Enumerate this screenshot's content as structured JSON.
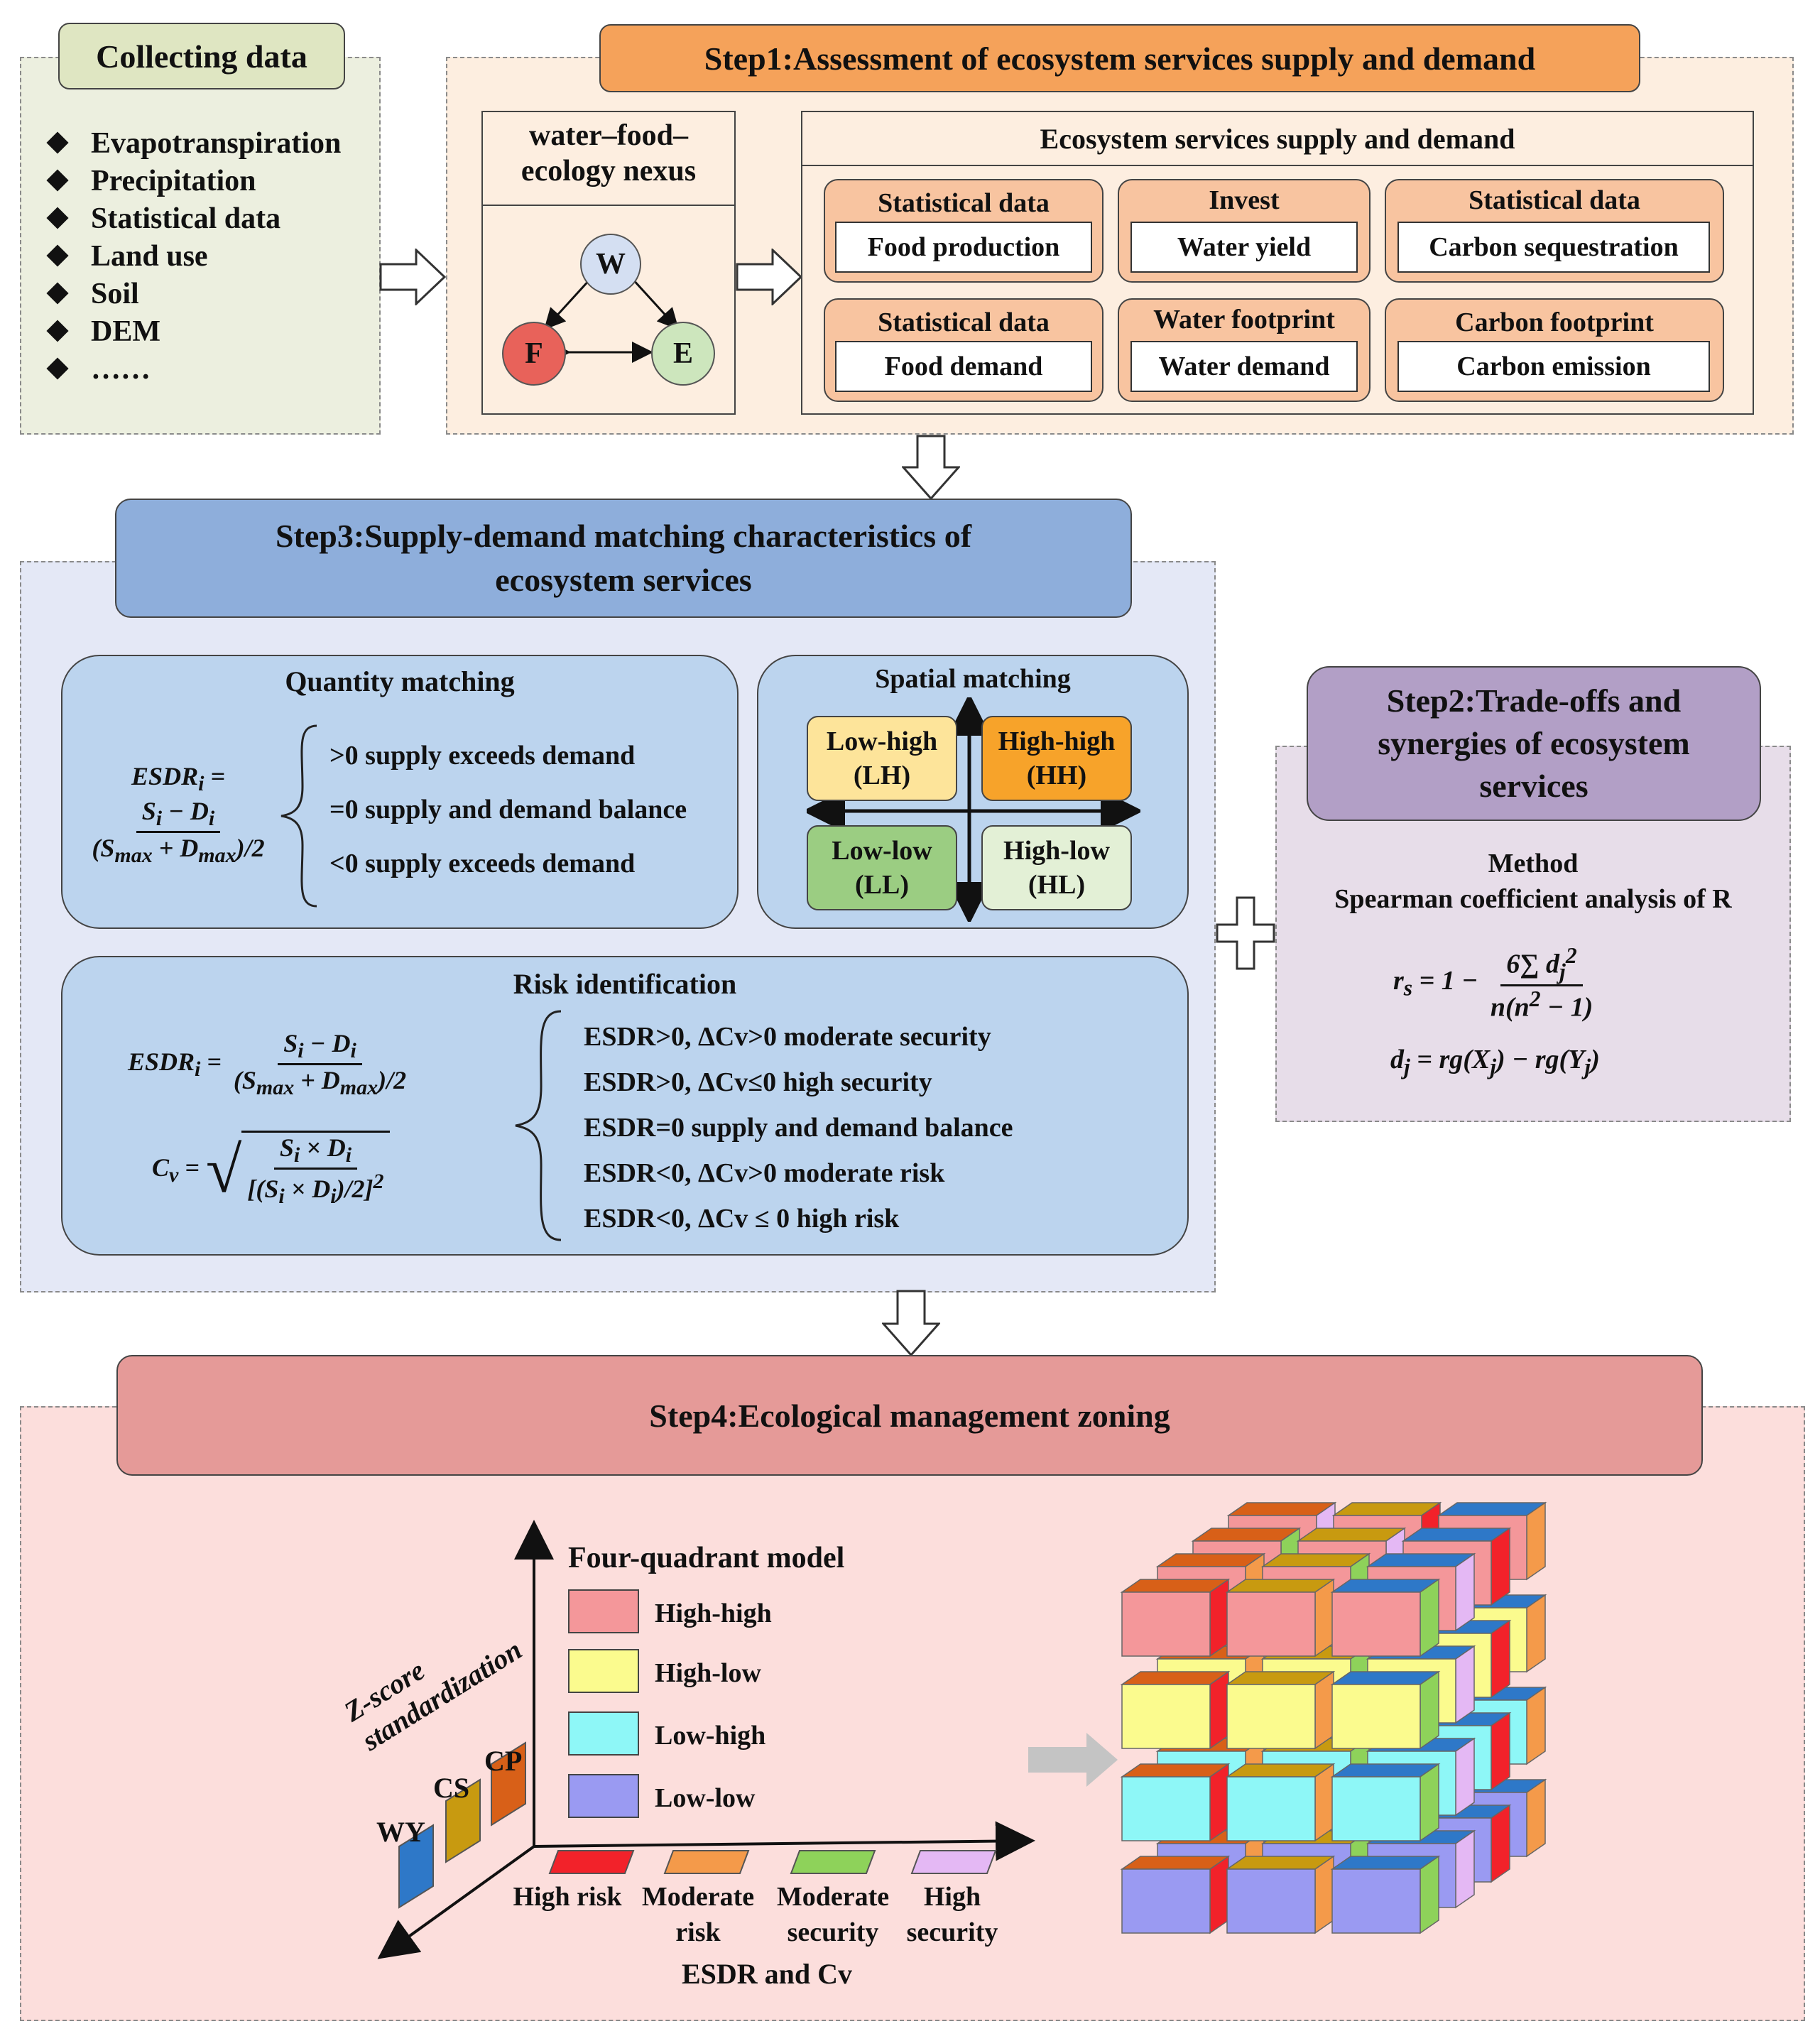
{
  "collecting": {
    "title": "Collecting data",
    "items": [
      "Evapotranspiration",
      "Precipitation",
      "Statistical data",
      "Land use",
      "Soil",
      "DEM",
      "……"
    ]
  },
  "step1": {
    "title": "Step1:Assessment of ecosystem services supply and demand",
    "nexus": {
      "title_line1": "water–food–",
      "title_line2": "ecology nexus",
      "w": "W",
      "f": "F",
      "e": "E"
    },
    "es_title": "Ecosystem services supply and demand",
    "cells": [
      {
        "header": "Statistical data",
        "value": "Food production"
      },
      {
        "header": "Invest",
        "value": "Water yield"
      },
      {
        "header": "Statistical data",
        "value": "Carbon sequestration"
      },
      {
        "header": "Statistical data",
        "value": "Food demand"
      },
      {
        "header": "Water footprint",
        "value": "Water demand"
      },
      {
        "header": "Carbon footprint",
        "value": "Carbon emission"
      }
    ]
  },
  "step3": {
    "title_line1": "Step3:Supply-demand matching characteristics of",
    "title_line2": "ecosystem services",
    "quantity": {
      "title": "Quantity matching",
      "rules": [
        ">0 supply exceeds demand",
        "=0 supply and demand balance",
        "<0 supply exceeds demand"
      ]
    },
    "spatial": {
      "title": "Spatial matching",
      "lh": [
        "Low-high",
        "(LH)"
      ],
      "hh": [
        "High-high",
        "(HH)"
      ],
      "ll": [
        "Low-low",
        "(LL)"
      ],
      "hl": [
        "High-low",
        "(HL)"
      ]
    },
    "risk": {
      "title": "Risk identification",
      "rules": [
        "ESDR>0, ΔCv>0 moderate security",
        "ESDR>0, ΔCv≤0 high security",
        "ESDR=0 supply and demand balance",
        "ESDR<0, ΔCv>0 moderate risk",
        "ESDR<0, ΔCv ≤ 0 high risk"
      ]
    }
  },
  "step2": {
    "title_line1": "Step2:Trade-offs and",
    "title_line2": "synergies of ecosystem",
    "title_line3": "services",
    "method": "Method",
    "method_desc": "Spearman coefficient analysis of R"
  },
  "step4": {
    "title": "Step4:Ecological management zoning",
    "model_title": "Four-quadrant model",
    "legend": [
      {
        "label": "High-high",
        "color": "#f4979a"
      },
      {
        "label": "High-low",
        "color": "#fbfb8e"
      },
      {
        "label": "Low-high",
        "color": "#8ef7f7"
      },
      {
        "label": "Low-low",
        "color": "#9a9af2"
      }
    ],
    "zscore_line1": "Z-score",
    "zscore_line2": "standardization",
    "services": [
      "WY",
      "CS",
      "CP"
    ],
    "levels": [
      {
        "line1": "High risk",
        "line2": "",
        "color": "#f2222a"
      },
      {
        "line1": "Moderate",
        "line2": "risk",
        "color": "#f49a4a"
      },
      {
        "line1": "Moderate",
        "line2": "security",
        "color": "#8ed25a"
      },
      {
        "line1": "High",
        "line2": "security",
        "color": "#e4b8f4"
      }
    ],
    "xaxis": "ESDR and Cv"
  },
  "colors": {
    "collecting_bg": "#ecefdf",
    "step1_bg": "#fdeee0",
    "step1_header": "#f5a25a",
    "step3_bg": "#e4e8f6",
    "step3_header": "#8eaedb",
    "step3_panel": "#bcd4ee",
    "step2_bg": "#e7dde9",
    "step2_header": "#b29fc6",
    "step4_bg": "#fcdedc",
    "step4_header": "#e59a98"
  }
}
